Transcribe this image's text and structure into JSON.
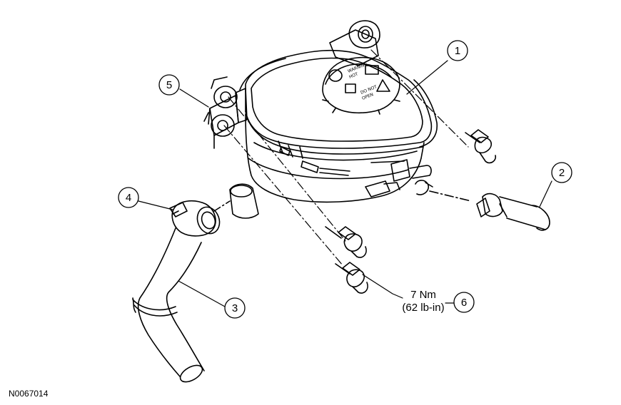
{
  "figure_id": "N0067014",
  "callouts": [
    {
      "number": "1"
    },
    {
      "number": "2"
    },
    {
      "number": "3"
    },
    {
      "number": "4"
    },
    {
      "number": "5"
    },
    {
      "number": "6"
    }
  ],
  "torque_spec": {
    "line1": "7 Nm",
    "line2": "(62 lb-in)"
  },
  "cap_markings": {
    "line1": "WARNING",
    "line2": "HOT",
    "line3": "DO NOT",
    "line4": "OPEN"
  }
}
